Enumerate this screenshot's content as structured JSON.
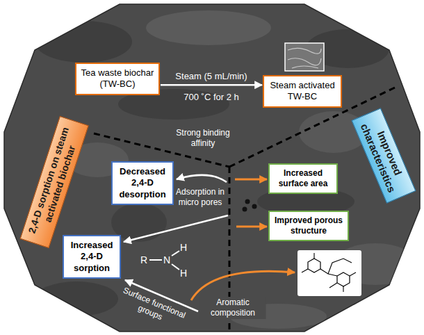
{
  "diagram": {
    "nodes": [
      {
        "text": [
          "Tea waste biochar (TW-BC)"
        ]
      },
      {
        "text": [
          "Steam activated TW-BC"
        ]
      },
      {
        "text": [
          "2,4-D sorption on steam activated biochar"
        ]
      },
      {
        "text": [
          "Decreased 2,4-D desorption"
        ]
      },
      {
        "text": [
          "Increased surface area"
        ]
      },
      {
        "text": [
          "Improved porous structure"
        ]
      },
      {
        "text": [
          "Improved characteristics"
        ]
      },
      {
        "text": [
          "Increased 2,4-D sorption"
        ]
      }
    ],
    "edges": [
      {
        "from": 0,
        "to": 1,
        "arrow": "to",
        "label": "Steam (5 mL/min)"
      }
    ],
    "labels": [
      "700 ˚C for 2 h",
      "Strong binding affinity",
      "Adsorption in micro pores",
      "Surface functional groups",
      "Aromatic composition",
      "R",
      "N",
      "H",
      "H"
    ]
  }
}
